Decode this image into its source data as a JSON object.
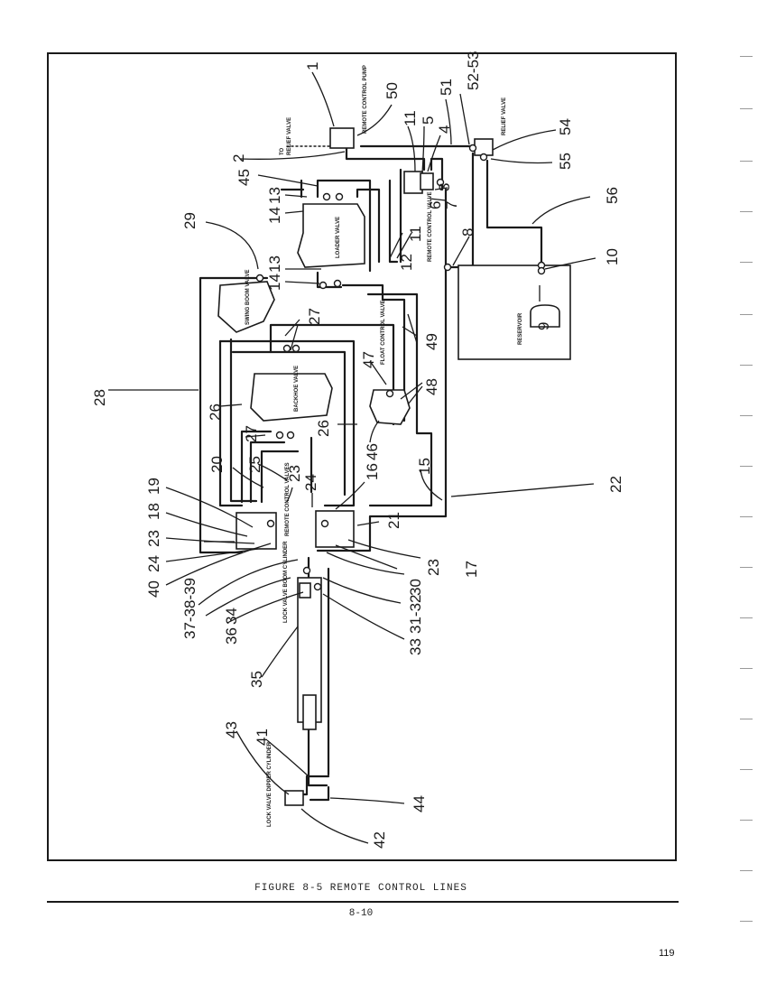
{
  "figure": {
    "caption": "FIGURE 8-5 REMOTE CONTROL LINES",
    "section_page": "8-10",
    "page_number": "119"
  },
  "component_tags": {
    "relief_valve_left": "RELIEF VALVE",
    "remote_control_pump": "REMOTE CONTROL PUMP",
    "relief_valve_right": "RELIEF VALVE",
    "loader_valve": "LOADER VALVE",
    "remote_control_valve_top": "REMOTE CONTROL VALVE",
    "reservoir": "RESERVOIR",
    "swing_boom_valve": "SWING BOOM VALVE",
    "backhoe_valve": "BACKHOE VALVE",
    "float_control_valve": "FLOAT CONTROL VALVE",
    "remote_control_valves": "REMOTE CONTROL VALVES",
    "lock_valve_boom": "LOCK VALVE BOOM CYLINDER",
    "lock_valve_dipper": "LOCK VALVE DIPPER CYLINDER",
    "to_label": "TO"
  },
  "callouts": {
    "c1": "1",
    "c2": "2",
    "c3": "3",
    "c4": "4",
    "c5": "5",
    "c6": "6",
    "c7": "7",
    "c8": "8",
    "c9": "9",
    "c10": "10",
    "c11a": "11",
    "c11b": "11",
    "c12": "12",
    "c13a": "13",
    "c13b": "13",
    "c14a": "14",
    "c14b": "14",
    "c15": "15",
    "c16": "16",
    "c17": "17",
    "c18": "18",
    "c19": "19",
    "c20": "20",
    "c21": "21",
    "c22": "22",
    "c23a": "23",
    "c23b": "23",
    "c23c": "23",
    "c24a": "24",
    "c24b": "24",
    "c25": "25",
    "c26a": "26",
    "c26b": "26",
    "c27a": "27",
    "c27b": "27",
    "c28": "28",
    "c29": "29",
    "c30": "30",
    "c3132": "31-32",
    "c33": "33",
    "c34": "34",
    "c35": "35",
    "c36": "36",
    "c373839": "37-38-39",
    "c40": "40",
    "c41": "41",
    "c42": "42",
    "c43": "43",
    "c44": "44",
    "c45": "45",
    "c46": "46",
    "c47": "47",
    "c48": "48",
    "c49": "49",
    "c50": "50",
    "c51": "51",
    "c5253": "52-53",
    "c54": "54",
    "c55": "55",
    "c56": "56"
  }
}
